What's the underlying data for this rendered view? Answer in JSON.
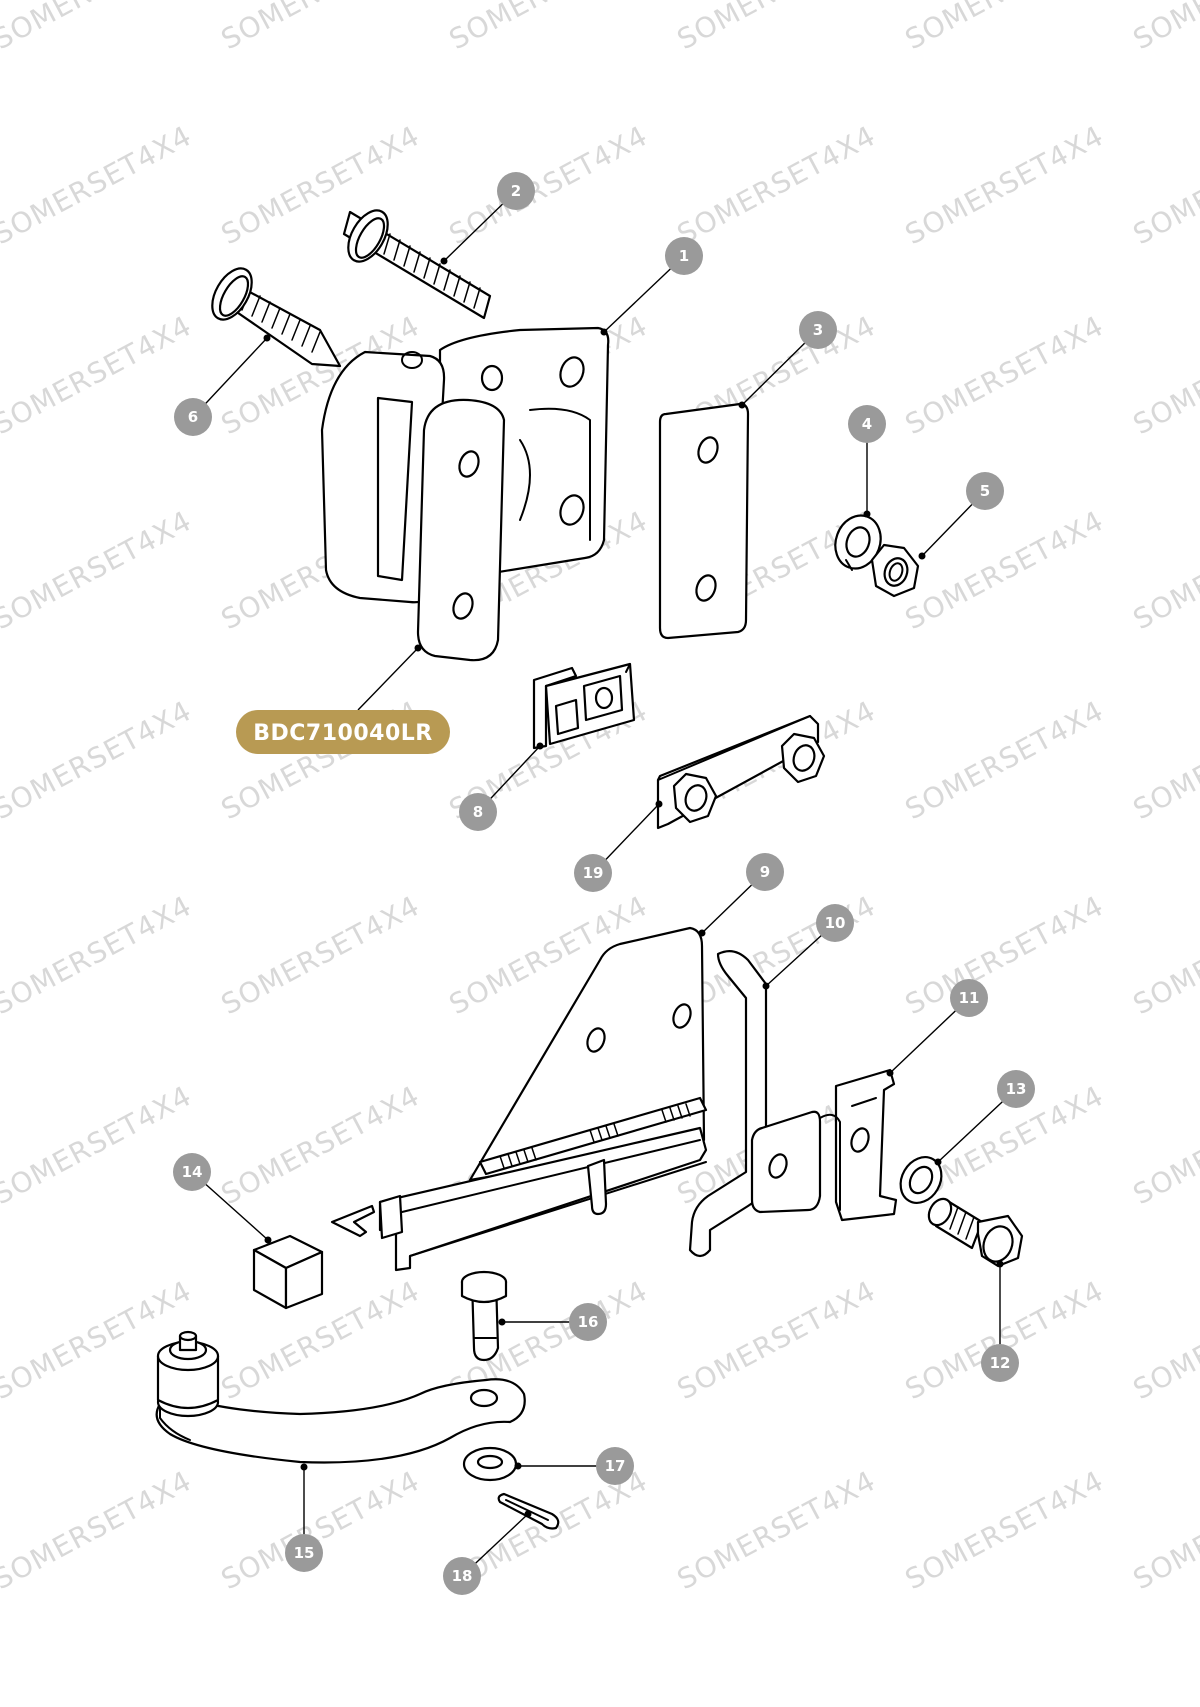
{
  "watermark": "SOMERSET4X4",
  "part_number": {
    "label": "BDC710040LR",
    "color": "#b89a53"
  },
  "callout_color": "#9a9a9a",
  "callouts": [
    {
      "id": "c1",
      "label": "1"
    },
    {
      "id": "c2",
      "label": "2"
    },
    {
      "id": "c3",
      "label": "3"
    },
    {
      "id": "c4",
      "label": "4"
    },
    {
      "id": "c5",
      "label": "5"
    },
    {
      "id": "c6",
      "label": "6"
    },
    {
      "id": "c8",
      "label": "8"
    },
    {
      "id": "c9",
      "label": "9"
    },
    {
      "id": "c10",
      "label": "10"
    },
    {
      "id": "c11",
      "label": "11"
    },
    {
      "id": "c12",
      "label": "12"
    },
    {
      "id": "c13",
      "label": "13"
    },
    {
      "id": "c14",
      "label": "14"
    },
    {
      "id": "c15",
      "label": "15"
    },
    {
      "id": "c16",
      "label": "16"
    },
    {
      "id": "c17",
      "label": "17"
    },
    {
      "id": "c18",
      "label": "18"
    },
    {
      "id": "c19",
      "label": "19"
    }
  ]
}
